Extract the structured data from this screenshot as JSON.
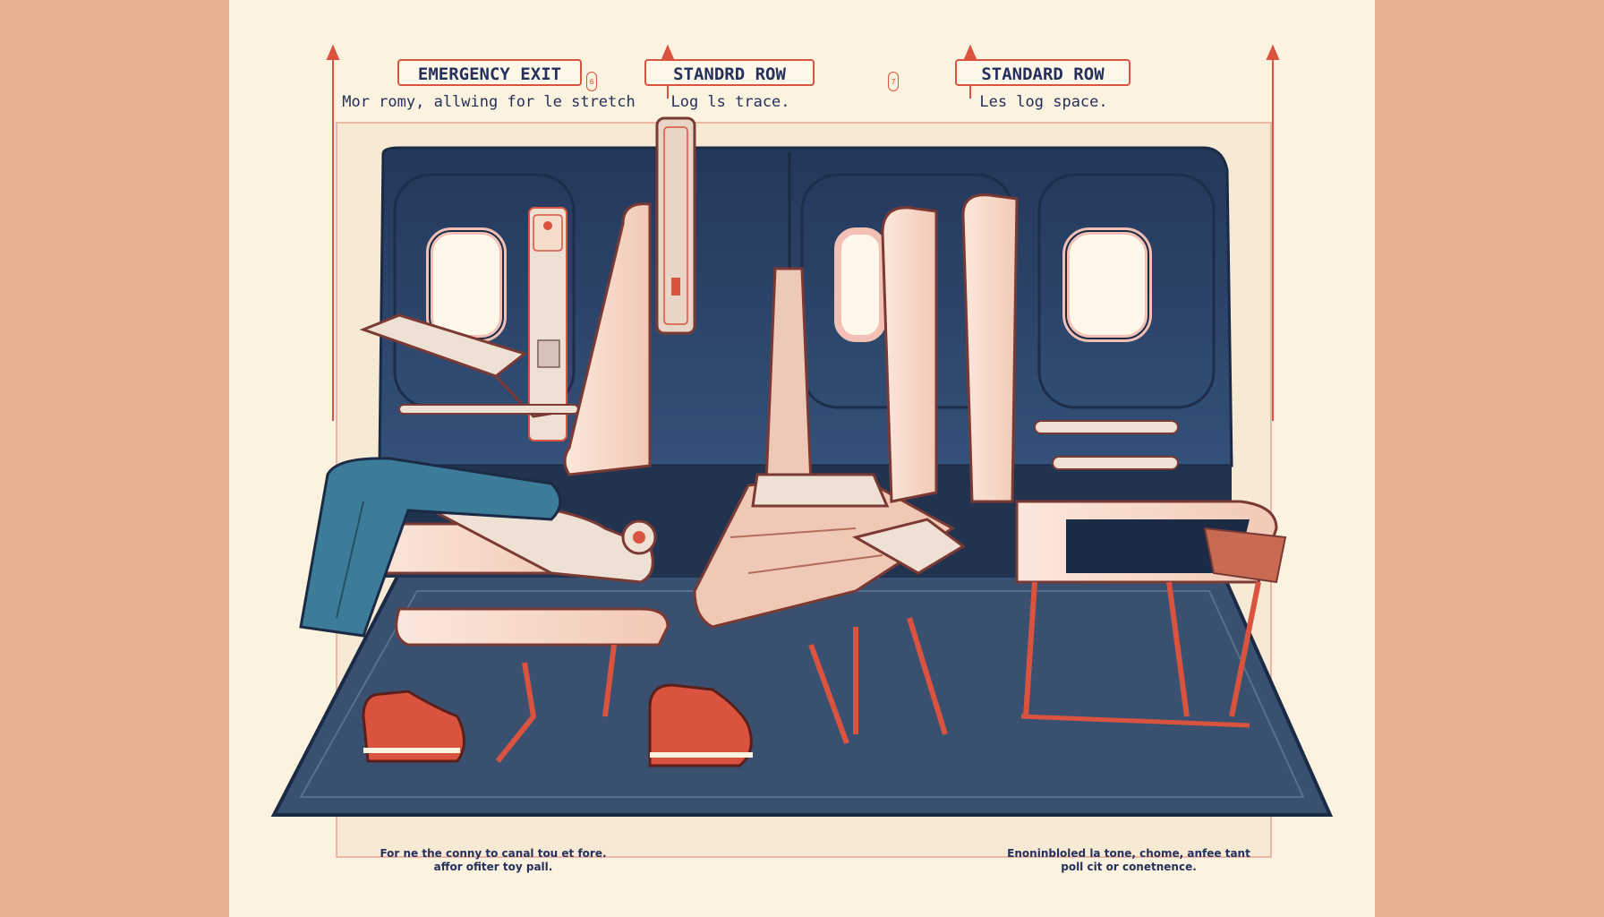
{
  "columns": [
    {
      "title": "EMERGENCY EXIT",
      "subtitle": "Mor romy, allwing for le stretch"
    },
    {
      "title": "STANDRD ROW",
      "subtitle": "Log ls trace."
    },
    {
      "title": "STANDARD ROW",
      "subtitle": "Les log space."
    }
  ],
  "markers": [
    "6",
    "7"
  ],
  "footnotes": {
    "left": [
      "For ne the conny to canal tou et fore.",
      "affor ofiter toy pall."
    ],
    "right": [
      "Enoninbloled la tone, chome, anfee tant",
      "poll cit or conetnence."
    ]
  },
  "colors": {
    "background": "#e6b18f",
    "paper": "#fbf3df",
    "accent": "#d9533f",
    "cabin": "#2c4466",
    "seat": "#f6dccd"
  }
}
